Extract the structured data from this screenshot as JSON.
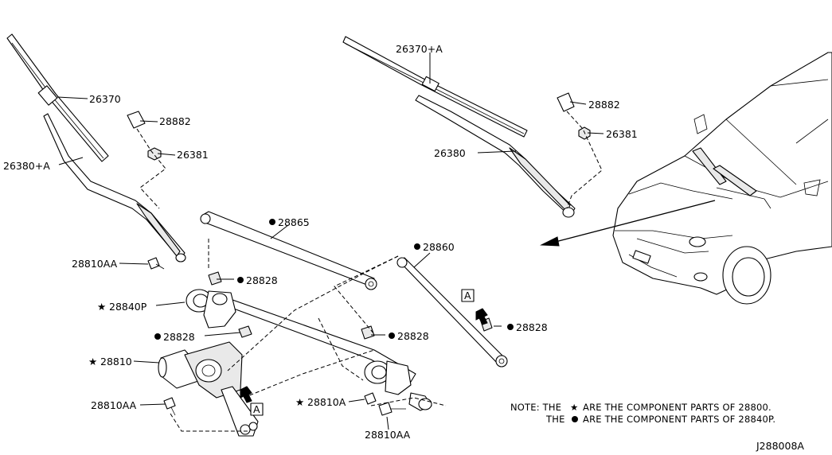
{
  "parts": {
    "p26370": "26370",
    "p26370A": "26370+A",
    "p26380A": "26380+A",
    "p26380": "26380",
    "p28882_left": "28882",
    "p28882_right": "28882",
    "p26381_left": "26381",
    "p26381_right": "26381",
    "p28865": "28865",
    "p28860": "28860",
    "p28810AA_top": "28810AA",
    "p28840P": "28840P",
    "p28828_a": "28828",
    "p28828_b": "28828",
    "p28828_c": "28828",
    "p28828_d": "28828",
    "p28810": "28810",
    "p28810AA_left": "28810AA",
    "p28810A": "28810A",
    "p28810AA_bottom": "28810AA"
  },
  "view_marks": {
    "a_left": "A",
    "a_right": "A"
  },
  "notes": {
    "line1_prefix": "NOTE: THE",
    "line1_suffix": "ARE THE COMPONENT PARTS OF 28800.",
    "line2_prefix": "THE",
    "line2_suffix": "ARE THE COMPONENT PARTS OF 28840P."
  },
  "diagram_id": "J288008A",
  "symbols": {
    "star": "★",
    "dot": "●"
  }
}
